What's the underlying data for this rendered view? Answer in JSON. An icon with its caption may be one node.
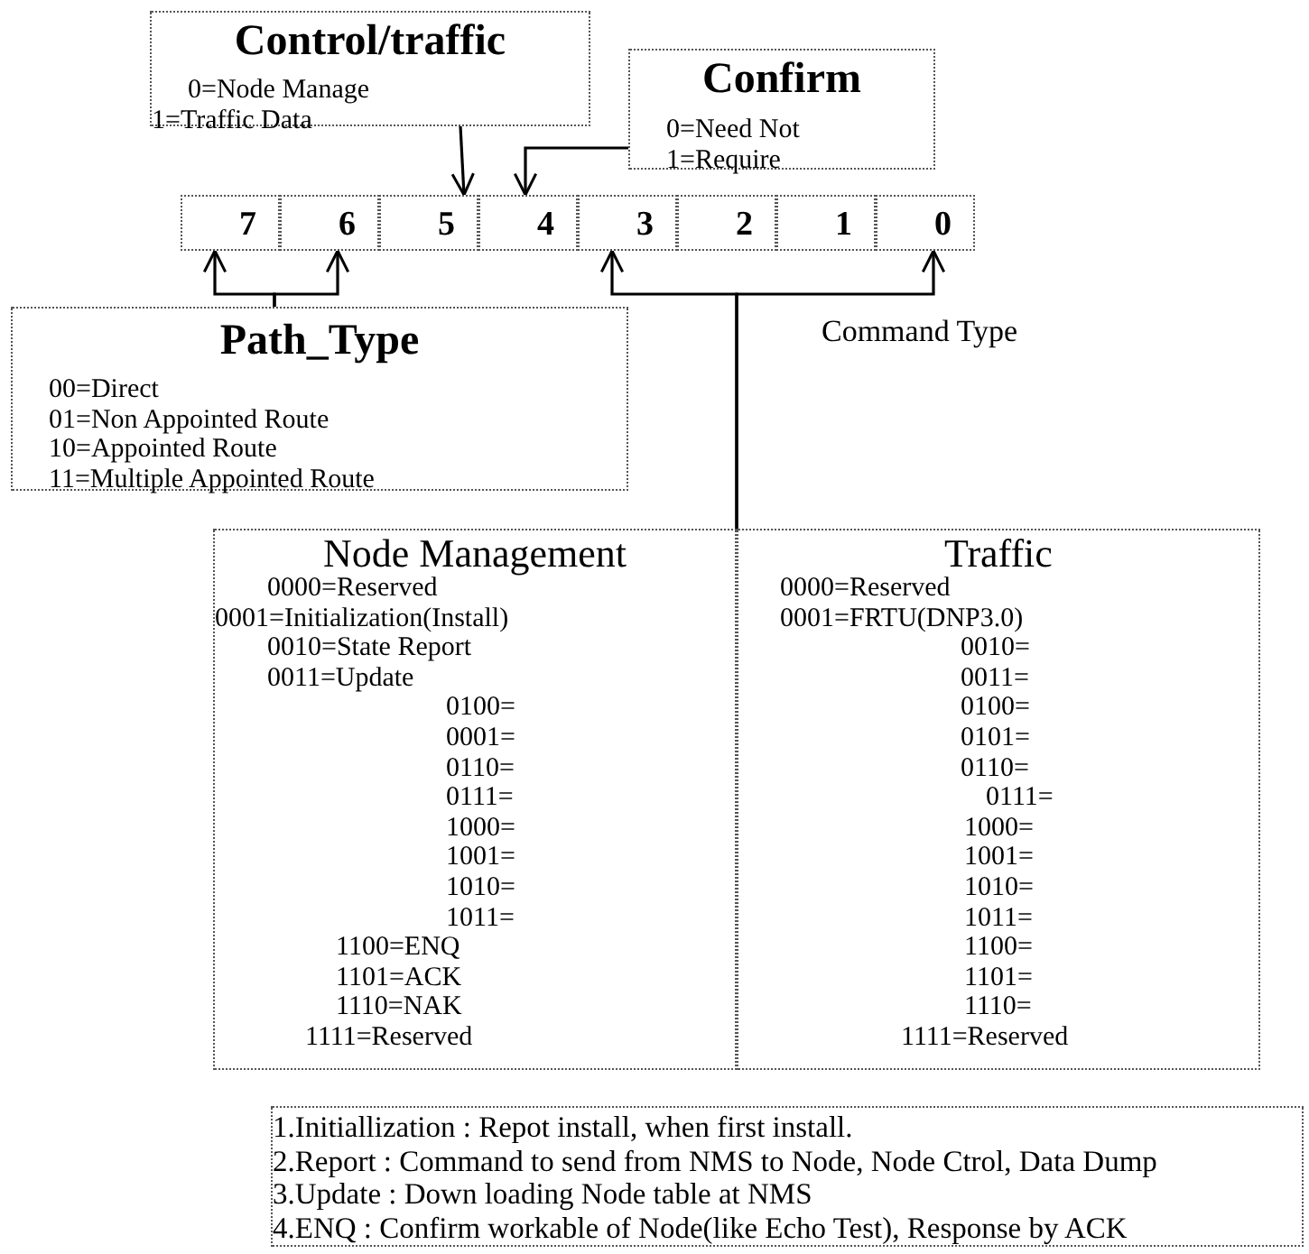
{
  "diagram": {
    "nodes": [
      {
        "text": [
          "Control/traffic",
          "0=Node Manage",
          "1=Traffic Data"
        ]
      },
      {
        "text": [
          "Confirm",
          "0=Need Not",
          "1=Require"
        ]
      },
      {
        "text": [
          "7"
        ]
      },
      {
        "text": [
          "6"
        ]
      },
      {
        "text": [
          "5"
        ]
      },
      {
        "text": [
          "4"
        ]
      },
      {
        "text": [
          "3"
        ]
      },
      {
        "text": [
          "2"
        ]
      },
      {
        "text": [
          "1"
        ]
      },
      {
        "text": [
          "0"
        ]
      },
      {
        "text": [
          "Path_Type",
          "00=Direct",
          "01=Non Appointed Route",
          "10=Appointed Route",
          "11=Multiple Appointed Route"
        ]
      },
      {
        "text": [
          "Node Management",
          "0000=Reserved",
          "0001=Initialization(Install)",
          "0010=State Report",
          "0011=Update",
          "0100=",
          "0001=",
          "0110=",
          "0111=",
          "1000=",
          "1001=",
          "1010=",
          "1011=",
          "1100=ENQ",
          "1101=ACK",
          "1110=NAK",
          "1111=Reserved"
        ]
      },
      {
        "text": [
          "Traffic",
          "0000=Reserved",
          "0001=FRTU(DNP3.0)",
          "0010=",
          "0011=",
          "0100=",
          "0101=",
          "0110=",
          "0111=",
          "1000=",
          "1001=",
          "1010=",
          "1011=",
          "1100=",
          "1101=",
          "1110=",
          "1111=Reserved"
        ]
      },
      {
        "text": [
          "1.Initiallization : Repot install, when first install.",
          "2.Report : Command to send from NMS to Node, Node Ctrol, Data Dump",
          "3.Update : Down loading Node table at NMS",
          "4.ENQ : Confirm workable of Node(like Echo Test), Response by ACK"
        ]
      }
    ],
    "edges": [
      {
        "from": 0,
        "to": 4,
        "arrow": "to"
      },
      {
        "from": 1,
        "to": 5,
        "arrow": "to"
      },
      {
        "from": 10,
        "to": 2,
        "arrow": "to"
      },
      {
        "from": 10,
        "to": 3,
        "arrow": "to"
      },
      {
        "from": 11,
        "to": 6,
        "arrow": "to"
      },
      {
        "from": 11,
        "to": 9,
        "arrow": "to"
      },
      {
        "from": 12,
        "to": 6,
        "arrow": "to"
      },
      {
        "from": 12,
        "to": 9,
        "arrow": "to"
      }
    ],
    "labels": [
      "Command Type"
    ]
  }
}
